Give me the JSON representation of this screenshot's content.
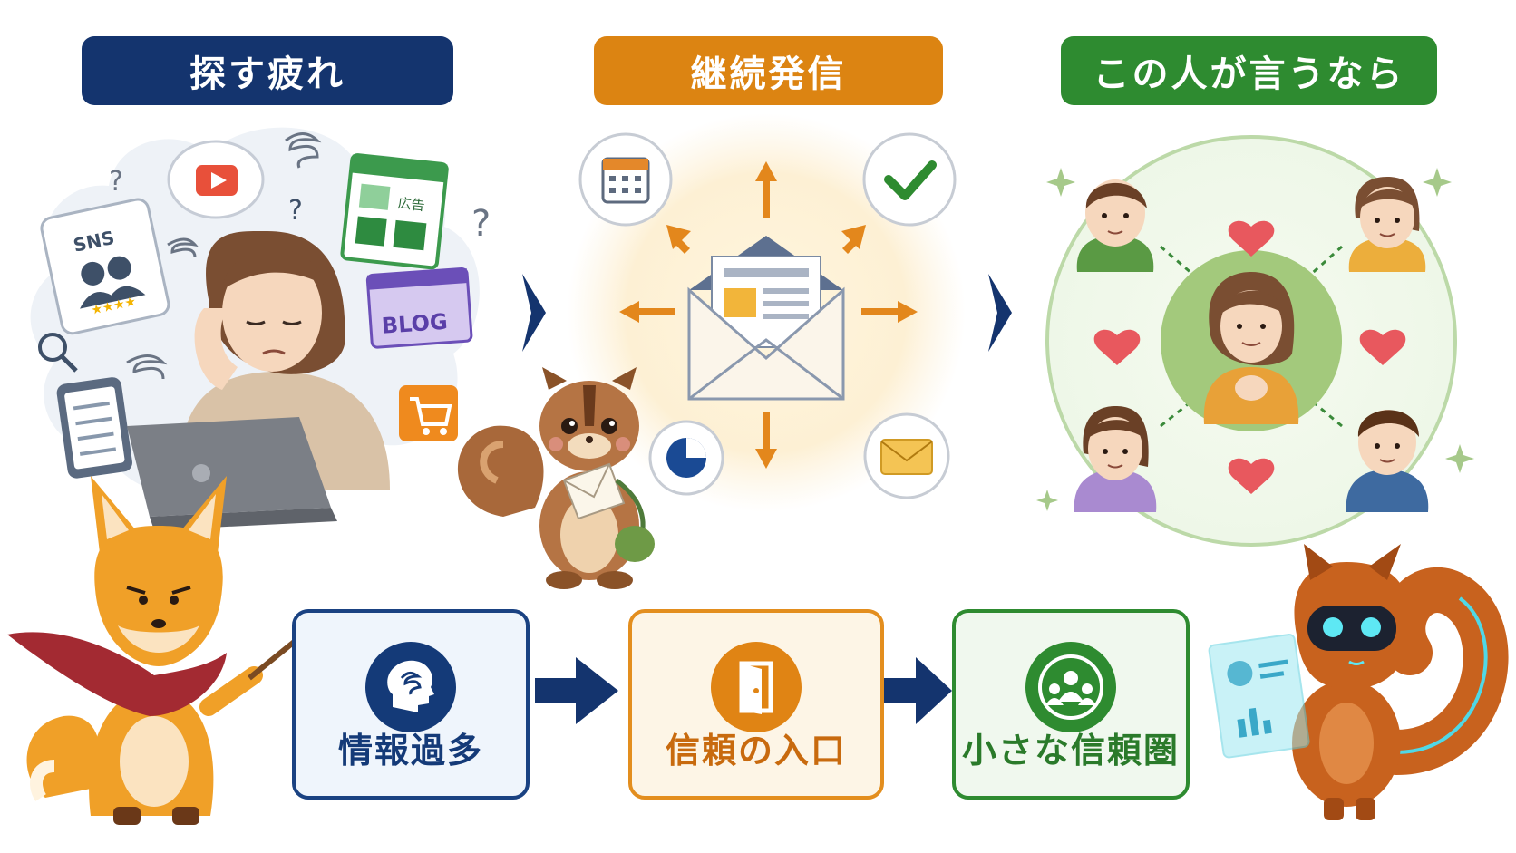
{
  "headers": [
    {
      "label": "探す疲れ",
      "color": "#14346e"
    },
    {
      "label": "継続発信",
      "color": "#dc8412"
    },
    {
      "label": "この人が言うなら",
      "color": "#2e8b30"
    }
  ],
  "bottom_boxes": [
    {
      "label": "情報過多",
      "border": "#1a4282",
      "fill": "#eff5fc",
      "text": "#143a78"
    },
    {
      "label": "信頼の入口",
      "border": "#e38e1e",
      "fill": "#fdf5e6",
      "text": "#c86a0e"
    },
    {
      "label": "小さな信頼圏",
      "border": "#2e8b30",
      "fill": "#f0f8ee",
      "text": "#2a7a2a"
    }
  ],
  "scene1": {
    "sns_label": "SNS",
    "ad_label": "広告",
    "blog_label": "BLOG"
  },
  "colors": {
    "navy": "#14346e",
    "orange": "#dc8412",
    "green": "#2e8b30",
    "heart": "#e8585e"
  }
}
